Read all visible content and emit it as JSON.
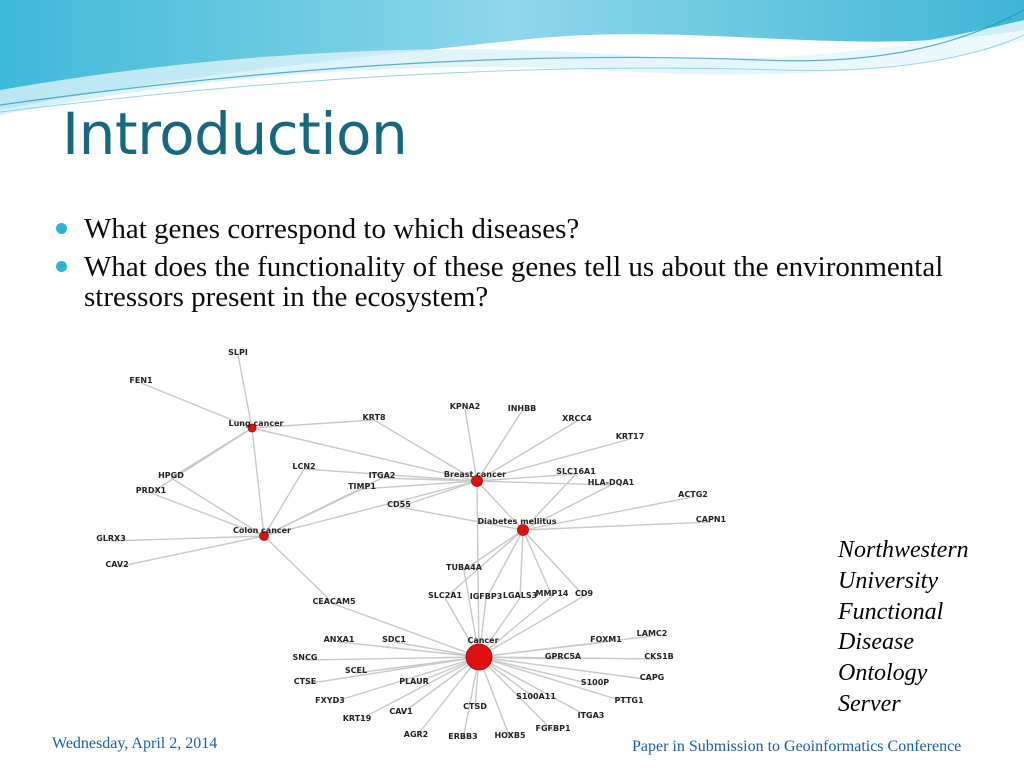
{
  "slide": {
    "title": "Introduction",
    "bullets": [
      "What genes correspond to which diseases?",
      "What does the functionality of these genes tell us about the environmental stressors present in the ecosystem?"
    ],
    "sidebar_lines": [
      "Northwestern",
      "University",
      "Functional",
      "Disease",
      "Ontology",
      "Server"
    ],
    "footer_date": "Wednesday, April 2, 2014",
    "footer_conference": "Paper in Submission to Geoinformatics Conference"
  },
  "colors": {
    "title": "#17677f",
    "bullet": "#2bb3cf",
    "footer": "#1a5fa0",
    "disease_node": "#e01010",
    "edge": "#c8c8c8"
  },
  "network": {
    "disease_nodes": [
      {
        "id": "lung",
        "label": "Lung cancer"
      },
      {
        "id": "breast",
        "label": "Breast cancer"
      },
      {
        "id": "colon",
        "label": "Colon cancer"
      },
      {
        "id": "diabetes",
        "label": "Diabetes mellitus"
      },
      {
        "id": "cancer",
        "label": "Cancer"
      }
    ],
    "gene_nodes": [
      "SLPI",
      "FEN1",
      "KRT8",
      "HPGD",
      "PRDX1",
      "LCN2",
      "ITGA2",
      "TIMP1",
      "CD55",
      "KPNA2",
      "INHBB",
      "XRCC4",
      "KRT17",
      "SLC16A1",
      "HLA-DQA1",
      "ACTG2",
      "CAPN1",
      "GLRX3",
      "CAV2",
      "TUBA4A",
      "SLC2A1",
      "IGFBP3",
      "LGALS3",
      "MMP14",
      "CD9",
      "CEACAM5",
      "ANXA1",
      "SDC1",
      "SNCG",
      "SCEL",
      "CTSE",
      "FXYD3",
      "PLAUR",
      "KRT19",
      "CAV1",
      "AGR2",
      "CTSD",
      "ERBB3",
      "HOXB5",
      "FGFBP1",
      "S100A11",
      "ITGA3",
      "PTTG1",
      "S100P",
      "CAPG",
      "CKS1B",
      "GPRC5A",
      "FOXM1",
      "LAMC2"
    ],
    "edges": [
      [
        "lung",
        "SLPI"
      ],
      [
        "lung",
        "FEN1"
      ],
      [
        "lung",
        "KRT8"
      ],
      [
        "lung",
        "HPGD"
      ],
      [
        "lung",
        "PRDX1"
      ],
      [
        "lung",
        "breast"
      ],
      [
        "lung",
        "colon"
      ],
      [
        "breast",
        "KRT8"
      ],
      [
        "breast",
        "KPNA2"
      ],
      [
        "breast",
        "INHBB"
      ],
      [
        "breast",
        "XRCC4"
      ],
      [
        "breast",
        "KRT17"
      ],
      [
        "breast",
        "SLC16A1"
      ],
      [
        "breast",
        "HLA-DQA1"
      ],
      [
        "breast",
        "LCN2"
      ],
      [
        "breast",
        "ITGA2"
      ],
      [
        "breast",
        "TIMP1"
      ],
      [
        "breast",
        "CD55"
      ],
      [
        "breast",
        "colon"
      ],
      [
        "breast",
        "cancer"
      ],
      [
        "breast",
        "diabetes"
      ],
      [
        "colon",
        "HPGD"
      ],
      [
        "colon",
        "PRDX1"
      ],
      [
        "colon",
        "LCN2"
      ],
      [
        "colon",
        "ITGA2"
      ],
      [
        "colon",
        "TIMP1"
      ],
      [
        "colon",
        "GLRX3"
      ],
      [
        "colon",
        "CAV2"
      ],
      [
        "colon",
        "CEACAM5"
      ],
      [
        "diabetes",
        "SLC16A1"
      ],
      [
        "diabetes",
        "ACTG2"
      ],
      [
        "diabetes",
        "CAPN1"
      ],
      [
        "diabetes",
        "CD55"
      ],
      [
        "diabetes",
        "TUBA4A"
      ],
      [
        "diabetes",
        "SLC2A1"
      ],
      [
        "diabetes",
        "IGFBP3"
      ],
      [
        "diabetes",
        "LGALS3"
      ],
      [
        "diabetes",
        "MMP14"
      ],
      [
        "diabetes",
        "CD9"
      ],
      [
        "diabetes",
        "HLA-DQA1"
      ],
      [
        "cancer",
        "CEACAM5"
      ],
      [
        "cancer",
        "ANXA1"
      ],
      [
        "cancer",
        "SDC1"
      ],
      [
        "cancer",
        "SNCG"
      ],
      [
        "cancer",
        "SCEL"
      ],
      [
        "cancer",
        "CTSE"
      ],
      [
        "cancer",
        "FXYD3"
      ],
      [
        "cancer",
        "PLAUR"
      ],
      [
        "cancer",
        "KRT19"
      ],
      [
        "cancer",
        "CAV1"
      ],
      [
        "cancer",
        "AGR2"
      ],
      [
        "cancer",
        "CTSD"
      ],
      [
        "cancer",
        "ERBB3"
      ],
      [
        "cancer",
        "HOXB5"
      ],
      [
        "cancer",
        "FGFBP1"
      ],
      [
        "cancer",
        "S100A11"
      ],
      [
        "cancer",
        "ITGA3"
      ],
      [
        "cancer",
        "PTTG1"
      ],
      [
        "cancer",
        "S100P"
      ],
      [
        "cancer",
        "CAPG"
      ],
      [
        "cancer",
        "CKS1B"
      ],
      [
        "cancer",
        "GPRC5A"
      ],
      [
        "cancer",
        "FOXM1"
      ],
      [
        "cancer",
        "LAMC2"
      ],
      [
        "cancer",
        "TUBA4A"
      ],
      [
        "cancer",
        "SLC2A1"
      ],
      [
        "cancer",
        "IGFBP3"
      ],
      [
        "cancer",
        "LGALS3"
      ],
      [
        "cancer",
        "MMP14"
      ],
      [
        "cancer",
        "CD9"
      ]
    ]
  }
}
